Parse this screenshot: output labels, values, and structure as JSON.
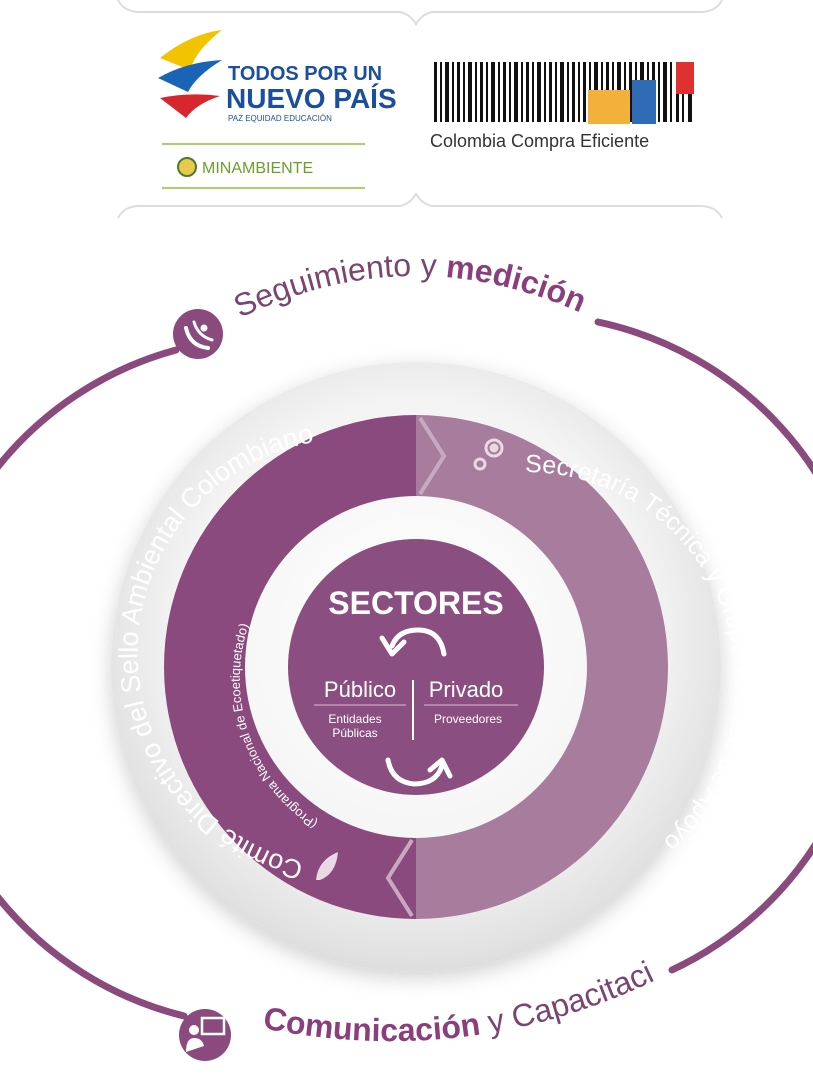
{
  "logos": {
    "todos_line1": "TODOS POR UN",
    "todos_line2": "NUEVO PAÍS",
    "todos_tagline": "PAZ  EQUIDAD  EDUCACIÓN",
    "minambiente": "MINAMBIENTE",
    "colombia_compra": "Colombia Compra Eficiente"
  },
  "outer_ring": {
    "top_label_light": "Seguimiento y ",
    "top_label_bold": "medición",
    "bottom_label_bold": "Comunicación",
    "bottom_label_light": " y Capacitación"
  },
  "inner_ring": {
    "left_title": "Comité Directivo del Sello Ambiental Colombiano",
    "left_subtitle": "(Programa Nacional de Ecoetiquetado)",
    "right_title": "Secretaría Técnica y Grupo Técnico de Apoyo"
  },
  "center": {
    "title": "SECTORES",
    "left_heading": "Público",
    "left_detail_1": "Entidades",
    "left_detail_2": "Públicas",
    "right_heading": "Privado",
    "right_detail": "Proveedores"
  },
  "colors": {
    "primary": "#8a4a7e",
    "secondary": "#a77c9c",
    "center": "#8b4e80",
    "green": "#8dbf3c"
  }
}
